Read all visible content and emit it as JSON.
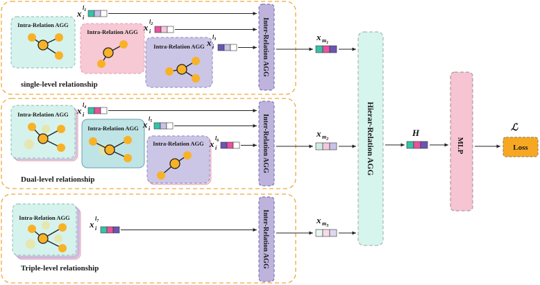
{
  "intra_label": "Intra-Relation AGG",
  "inter_label": "Inter-Relation AGG",
  "hierar_label": "Hierar-Relation AGG",
  "mlp_label": "MLP",
  "loss_label": "Loss",
  "loss_symbol": "ℒ",
  "h_symbol": "H",
  "x_base": "x",
  "sup_base": "l",
  "sub_i": "i",
  "m_base": "m",
  "groups": [
    {
      "title": "single-level relationship",
      "m_sub": "1",
      "inputs": [
        {
          "sup": "1"
        },
        {
          "sup": "2"
        },
        {
          "sup": "3"
        }
      ]
    },
    {
      "title": "Dual-level relationship",
      "m_sub": "2",
      "inputs": [
        {
          "sup": "4"
        },
        {
          "sup": "5"
        },
        {
          "sup": "6"
        }
      ]
    },
    {
      "title": "Triple-level relationship",
      "m_sub": "3",
      "inputs": [
        {
          "sup": "7"
        }
      ]
    }
  ],
  "colors": {
    "group_border": "#f0a637",
    "intra_green": "#d6f2ec",
    "intra_green_border": "#7fbfb0",
    "intra_pink": "#f6c9d5",
    "intra_purple": "#cbc6e6",
    "inter_fill": "#bdb3dc",
    "inter_border": "#6c5fa4",
    "hierar_fill": "#d5f5ed",
    "mlp_fill": "#f6c4d3",
    "loss_fill": "#f7a823",
    "node": "#f7b227",
    "teal": "#37c2a7",
    "magenta": "#e8539c",
    "violet": "#6a55b3",
    "light_teal": "#cdeee6",
    "light_pink": "#f3c7dc",
    "light_violet": "#c8c2e8"
  }
}
